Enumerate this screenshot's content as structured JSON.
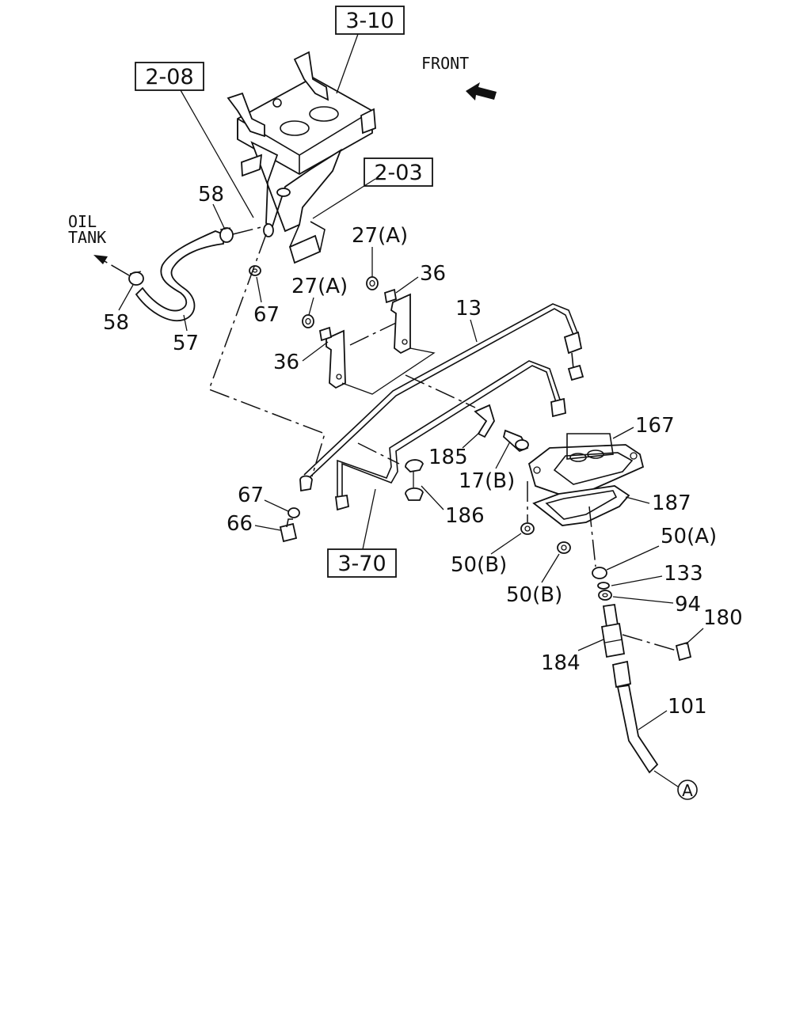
{
  "refs": {
    "r310": "3-10",
    "r208": "2-08",
    "r203": "2-03",
    "r370": "3-70"
  },
  "orientation": {
    "front": "FRONT",
    "oil_line1": "OIL",
    "oil_line2": "TANK"
  },
  "callouts": {
    "p58a": "58",
    "p58b": "58",
    "p57": "57",
    "p67a": "67",
    "p27a1": "27(A)",
    "p36a": "36",
    "p27a2": "27(A)",
    "p36b": "36",
    "p13": "13",
    "p167": "167",
    "p185": "185",
    "p17b": "17(B)",
    "p186": "186",
    "p187": "187",
    "p67b": "67",
    "p66": "66",
    "p50a": "50(A)",
    "p50b1": "50(B)",
    "p50b2": "50(B)",
    "p133": "133",
    "p94": "94",
    "p180": "180",
    "p184": "184",
    "p101": "101",
    "pA": "A"
  }
}
